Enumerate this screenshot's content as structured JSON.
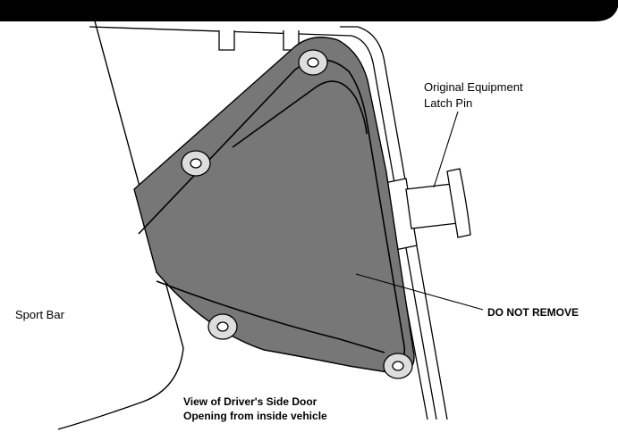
{
  "labels": {
    "latch_pin_line1": "Original Equipment",
    "latch_pin_line2": "Latch Pin",
    "do_not_remove": "DO NOT REMOVE",
    "sport_bar": "Sport Bar",
    "caption_line1": "View of Driver's Side Door",
    "caption_line2": "Opening from inside vehicle"
  },
  "colors": {
    "panel_fill": "#777777",
    "bolt_fill": "#d8d8d8",
    "line": "#000000",
    "header_bar": "#000000"
  }
}
